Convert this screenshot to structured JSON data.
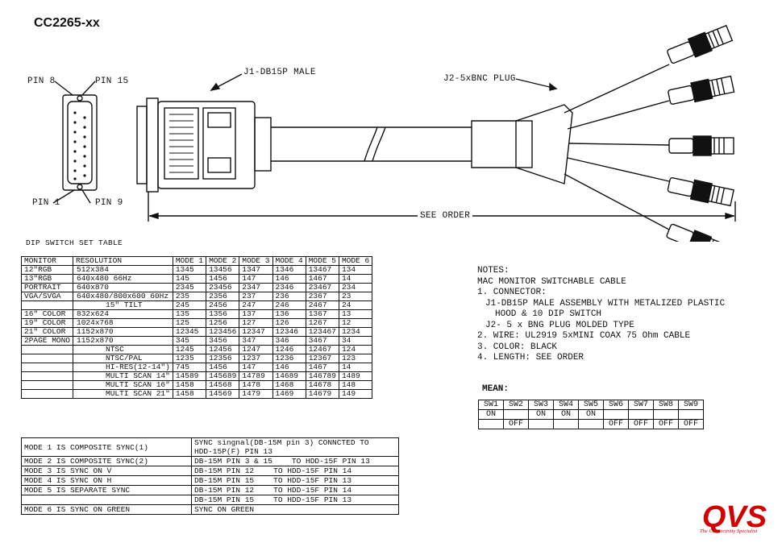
{
  "title": "CC2265-xx",
  "drawing": {
    "pin8": "PIN 8",
    "pin15": "PIN 15",
    "pin1": "PIN 1",
    "pin9": "PIN 9",
    "j1": "J1-DB15P MALE",
    "j2": "J2-5xBNC PLUG",
    "see_order": "SEE ORDER"
  },
  "dip_table": {
    "caption": "DIP SWITCH SET TABLE",
    "headers": [
      "MONITOR",
      "RESOLUTION",
      "MODE 1",
      "MODE 2",
      "MODE 3",
      "MODE 4",
      "MODE 5",
      "MODE 6"
    ],
    "rows": [
      [
        "12\"RGB",
        "512x384",
        "1345",
        "13456",
        "1347",
        "1346",
        "13467",
        "134"
      ],
      [
        "13\"RGB",
        "640x480 66Hz",
        "145",
        "1456",
        "147",
        "146",
        "1467",
        "14"
      ],
      [
        "PORTRAIT",
        "640x870",
        "2345",
        "23456",
        "2347",
        "2346",
        "23467",
        "234"
      ],
      [
        "VGA/SVGA",
        "640x480/800x600 60Hz",
        "235",
        "2356",
        "237",
        "236",
        "2367",
        "23"
      ],
      [
        "",
        "15\" TILT",
        "245",
        "2456",
        "247",
        "246",
        "2467",
        "24"
      ],
      [
        "16\" COLOR",
        "832x624",
        "135",
        "1356",
        "137",
        "136",
        "1367",
        "13"
      ],
      [
        "19\" COLOR",
        "1024x768",
        "125",
        "1256",
        "127",
        "126",
        "1267",
        "12"
      ],
      [
        "21\" COLOR",
        "1152x870",
        "12345",
        "123456",
        "12347",
        "12346",
        "123467",
        "1234"
      ],
      [
        "2PAGE MONO",
        "1152x870",
        "345",
        "3456",
        "347",
        "346",
        "3467",
        "34"
      ],
      [
        "",
        "NTSC",
        "1245",
        "12456",
        "1247",
        "1246",
        "12467",
        "124"
      ],
      [
        "",
        "NTSC/PAL",
        "1235",
        "12356",
        "1237",
        "1236",
        "12367",
        "123"
      ],
      [
        "",
        "HI-RES(12-14\")",
        "745",
        "1456",
        "147",
        "146",
        "1467",
        "14"
      ],
      [
        "",
        "MULTI SCAN 14\"",
        "14589",
        "145689",
        "14789",
        "14689",
        "146789",
        "1489"
      ],
      [
        "",
        "MULTI SCAN 16\"",
        "1458",
        "14568",
        "1478",
        "1468",
        "14678",
        "148"
      ],
      [
        "",
        "MULTI SCAN 21\"",
        "1458",
        "14569",
        "1479",
        "1469",
        "14679",
        "149"
      ]
    ]
  },
  "notes": {
    "heading": "NOTES:",
    "lines": [
      "MAC MONITOR SWITCHABLE CABLE",
      "1. CONNECTOR:",
      "J1-DB15P MALE ASSEMBLY WITH METALIZED PLASTIC",
      "HOOD & 10 DIP SWITCH",
      "J2- 5 x BNG PLUG MOLDED TYPE",
      "2. WIRE: UL2919 5xMINI COAX 75 Ohm CABLE",
      "3. COLOR: BLACK",
      "4. LENGTH: SEE ORDER"
    ]
  },
  "mean": {
    "title": "MEAN:",
    "switches": [
      "SW1",
      "SW2",
      "SW3",
      "SW4",
      "SW5",
      "SW6",
      "SW7",
      "SW8",
      "SW9"
    ],
    "on_row": [
      "ON",
      "",
      "ON",
      "ON",
      "ON",
      "",
      "",
      "",
      ""
    ],
    "off_row": [
      "",
      "OFF",
      "",
      "",
      "",
      "OFF",
      "OFF",
      "OFF",
      "OFF"
    ]
  },
  "sync_table": {
    "rows": [
      [
        "MODE 1 IS COMPOSITE SYNC(1)",
        "SYNC singnal(DB-15M pin 3) CONNCTED TO",
        "HDD-15P(F) PIN 13"
      ],
      [
        "MODE 2 IS COMPOSITE SYNC(2)",
        "DB-15M PIN 3 & 15",
        "TO HDD-15F PIN 13"
      ],
      [
        "MODE 3 IS SYNC ON V",
        "DB-15M PIN 12",
        "TO HDD-15F PIN 14"
      ],
      [
        "MODE 4 IS SYNC ON H",
        "DB-15M PIN 15",
        "TO HDD-15F PIN 13"
      ],
      [
        "MODE 5 IS SEPARATE SYNC",
        "DB-15M PIN 12",
        "TO HDD-15F PIN 14"
      ],
      [
        "",
        "DB-15M PIN 15",
        "TO HDD-15F PIN 13"
      ],
      [
        "MODE 6 IS SYNC ON GREEN",
        "SYNC ON GREEN",
        ""
      ]
    ]
  },
  "logo": {
    "text": "QVS",
    "tagline": "The Connectivity Specialist",
    "color": "#d40000"
  }
}
